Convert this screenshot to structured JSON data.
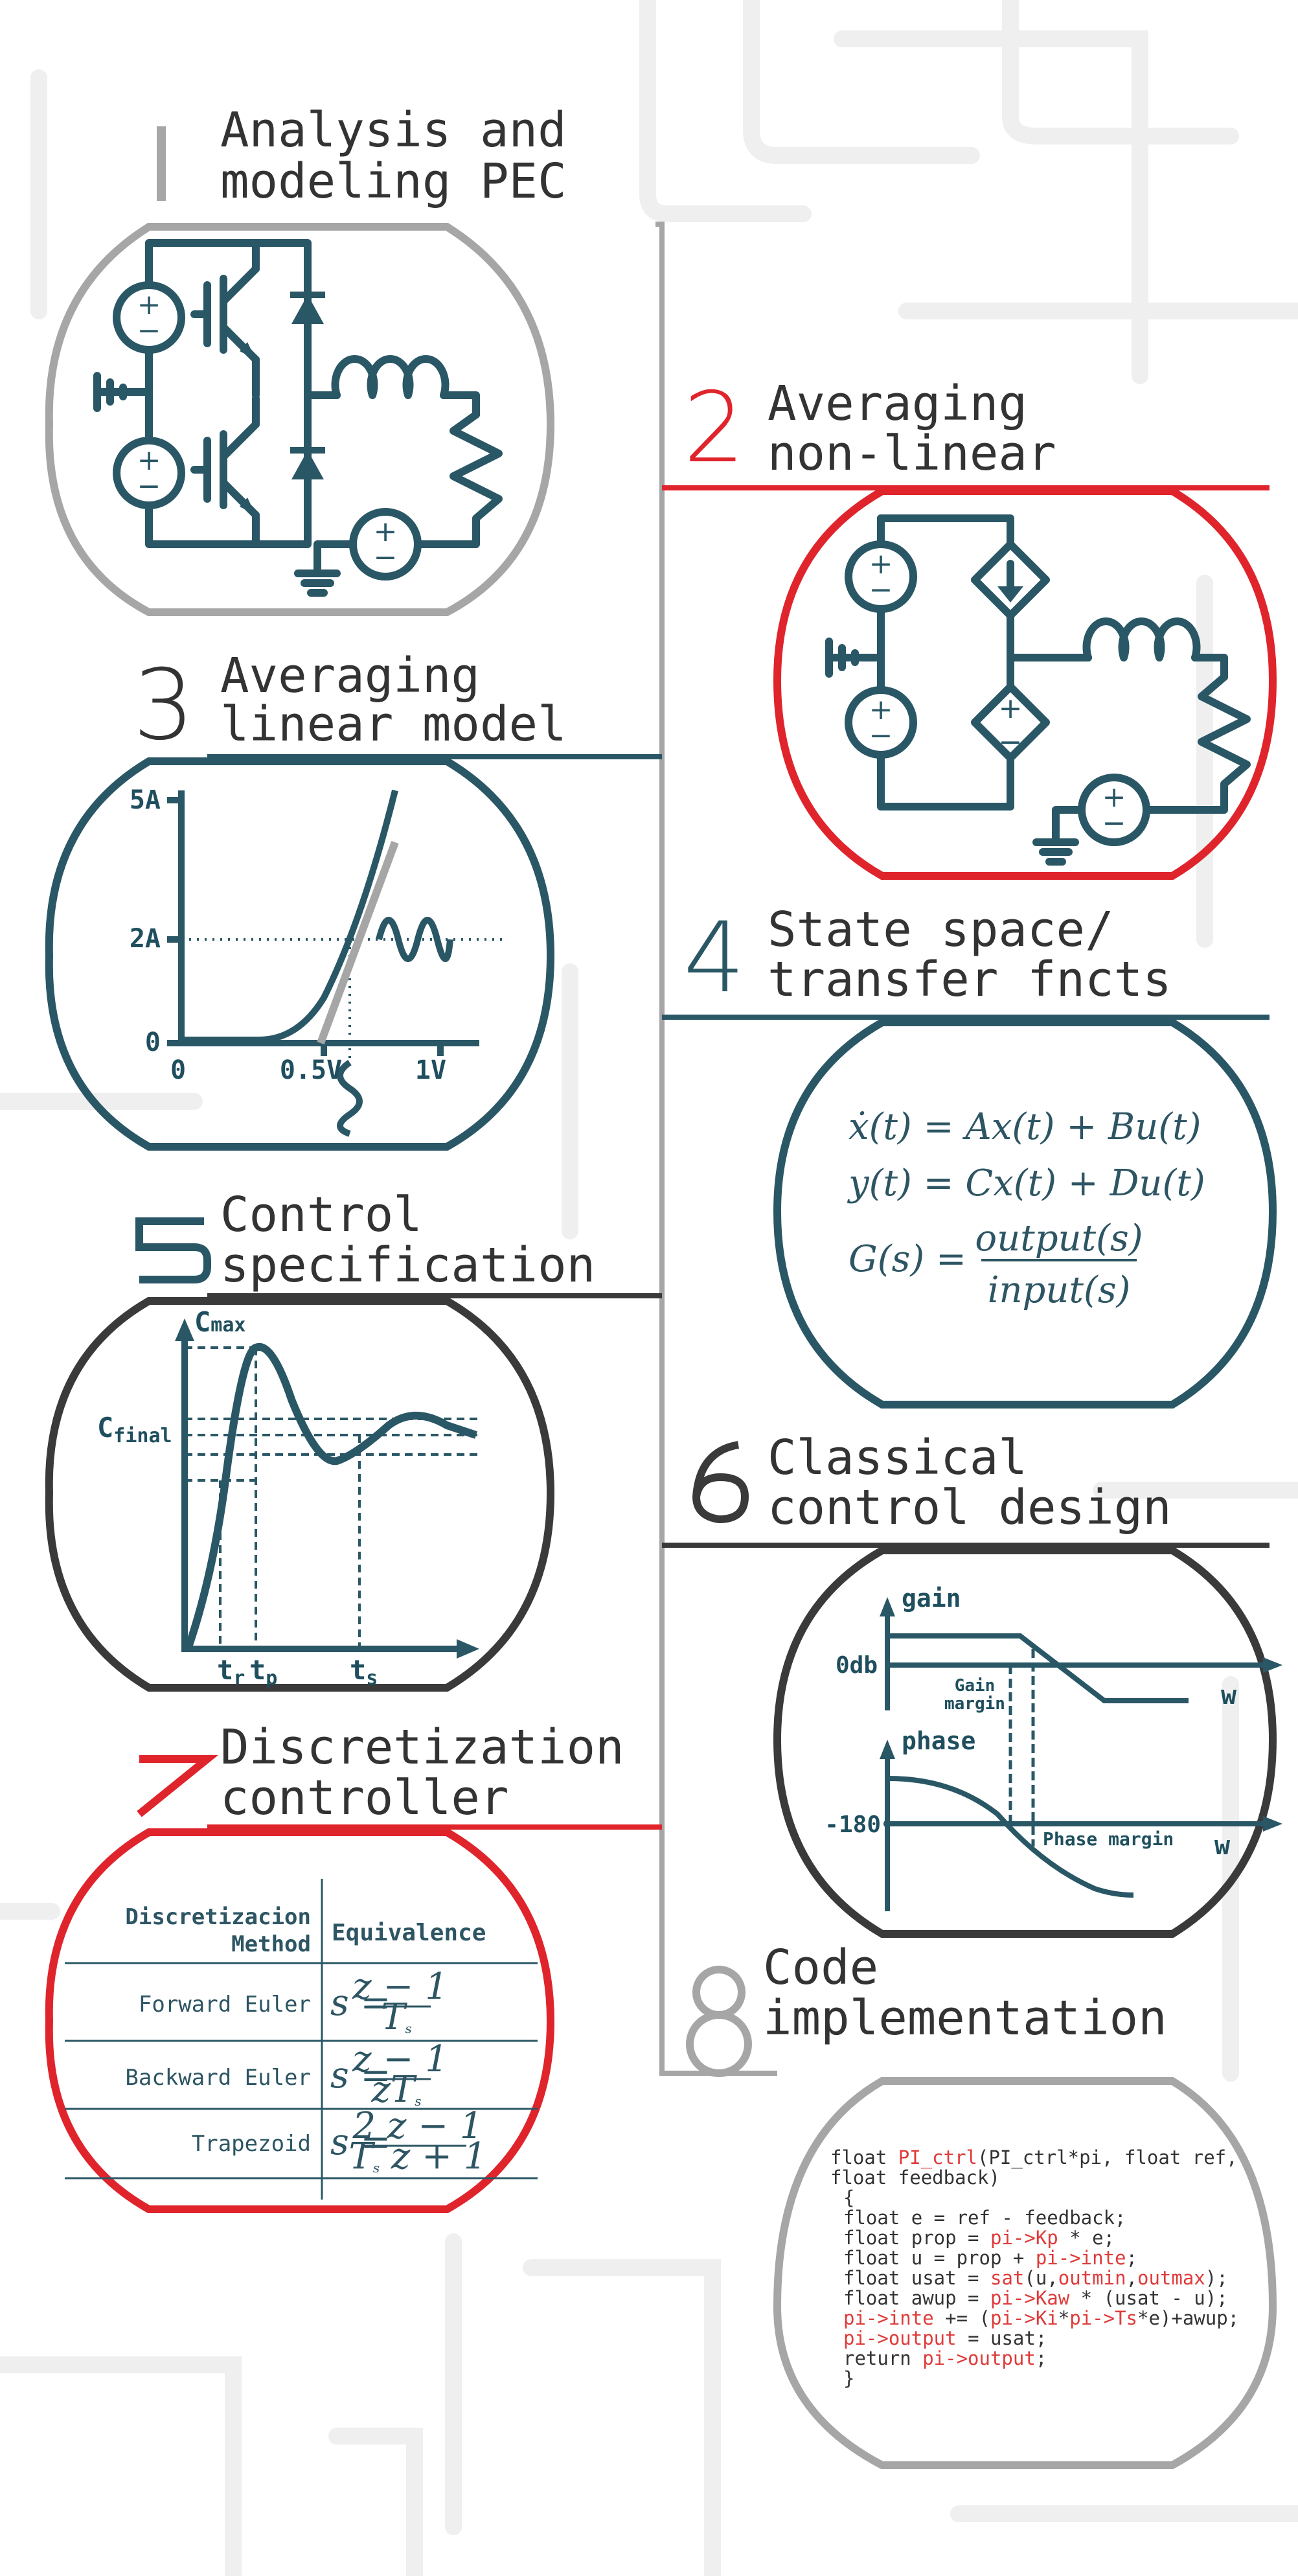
{
  "colors": {
    "teal": "#2a5766",
    "red": "#e0242c",
    "gray": "#a6a6a6",
    "dark": "#3a3a3a",
    "code_red": "#e03a3a"
  },
  "steps": [
    {
      "num": "1",
      "title_1": "Analysis and",
      "title_2": "modeling PEC"
    },
    {
      "num": "2",
      "title_1": "Averaging",
      "title_2": "non-linear"
    },
    {
      "num": "3",
      "title_1": "Averaging",
      "title_2": "linear model"
    },
    {
      "num": "4",
      "title_1": "State space/",
      "title_2": "transfer fncts"
    },
    {
      "num": "5",
      "title_1": "Control",
      "title_2": "specification"
    },
    {
      "num": "6",
      "title_1": "Classical",
      "title_2": "control design"
    },
    {
      "num": "7",
      "title_1": "Discretization",
      "title_2": "controller"
    },
    {
      "num": "8",
      "title_1": "Code",
      "title_2": "implementation"
    }
  ],
  "circuit": {
    "plus": "+",
    "minus": "−"
  },
  "linear_chart": {
    "y_ticks": [
      "5A",
      "2A",
      "0"
    ],
    "x_ticks": [
      "0",
      "0.5V",
      "1V"
    ]
  },
  "state_space": {
    "eq1": "ẋ(t) = Ax(t) + Bu(t)",
    "eq2": "y(t) = Cx(t) + Du(t)",
    "eq3_lhs": "G(s) =",
    "eq3_num": "output(s)",
    "eq3_den": "input(s)"
  },
  "spec_chart": {
    "cmax": "C",
    "cmax_sub": "max",
    "cfinal": "C",
    "cfinal_sub": "final",
    "tr": "t",
    "tr_sub": "r",
    "tp": "t",
    "tp_sub": "p",
    "ts": "t",
    "ts_sub": "s"
  },
  "bode": {
    "gain": "gain",
    "odb": "0db",
    "gain_margin_1": "Gain",
    "gain_margin_2": "margin",
    "w1": "w",
    "phase": "phase",
    "neg180": "-180",
    "phase_margin": "Phase margin",
    "w2": "w"
  },
  "discretization": {
    "header_1a": "Discretizacion",
    "header_1b": "Method",
    "header_2": "Equivalence",
    "rows": [
      {
        "method": "Forward Euler",
        "lhs": "s =",
        "num": "z − 1",
        "den": "T",
        "den_sub": "s"
      },
      {
        "method": "Backward Euler",
        "lhs": "s =",
        "num": "z − 1",
        "den": "zT",
        "den_sub": "s"
      },
      {
        "method": "Trapezoid",
        "lhs": "s =",
        "num": "2 z − 1",
        "den": "T",
        "den_sub": "s",
        "den_tail": " z + 1"
      }
    ]
  },
  "code_lines": [
    [
      [
        "float ",
        "k"
      ],
      [
        "PI_ctrl",
        "r"
      ],
      [
        "(PI_ctrl*pi, ",
        "k"
      ],
      [
        "float",
        "k"
      ],
      [
        " ref,",
        "k"
      ]
    ],
    [
      [
        "float",
        "k"
      ],
      [
        " feedback)",
        "k"
      ]
    ],
    [
      [
        "{",
        "k"
      ]
    ],
    [
      [
        "float e = ref - feedback;",
        "k"
      ]
    ],
    [
      [
        "float prop = ",
        "k"
      ],
      [
        "pi->Kp",
        "r"
      ],
      [
        " * e;",
        "k"
      ]
    ],
    [
      [
        "float u = prop + ",
        "k"
      ],
      [
        "pi->inte",
        "r"
      ],
      [
        ";",
        "k"
      ]
    ],
    [
      [
        "float usat = ",
        "k"
      ],
      [
        "sat",
        "r"
      ],
      [
        "(u,",
        "k"
      ],
      [
        "outmin",
        "r"
      ],
      [
        ",",
        "k"
      ],
      [
        "outmax",
        "r"
      ],
      [
        ");",
        "k"
      ]
    ],
    [
      [
        "float awup = ",
        "k"
      ],
      [
        "pi->Kaw",
        "r"
      ],
      [
        " * (usat - u);",
        "k"
      ]
    ],
    [
      [
        "pi->inte",
        "r"
      ],
      [
        " += (",
        "k"
      ],
      [
        "pi->Ki",
        "r"
      ],
      [
        "*",
        "k"
      ],
      [
        "pi->Ts",
        "r"
      ],
      [
        "*e)+awup;",
        "k"
      ]
    ],
    [
      [
        "pi->output",
        "r"
      ],
      [
        " = usat;",
        "k"
      ]
    ],
    [
      [
        "return ",
        "k"
      ],
      [
        "pi->output",
        "r"
      ],
      [
        ";",
        "k"
      ]
    ],
    [
      [
        "}",
        "k"
      ]
    ]
  ]
}
